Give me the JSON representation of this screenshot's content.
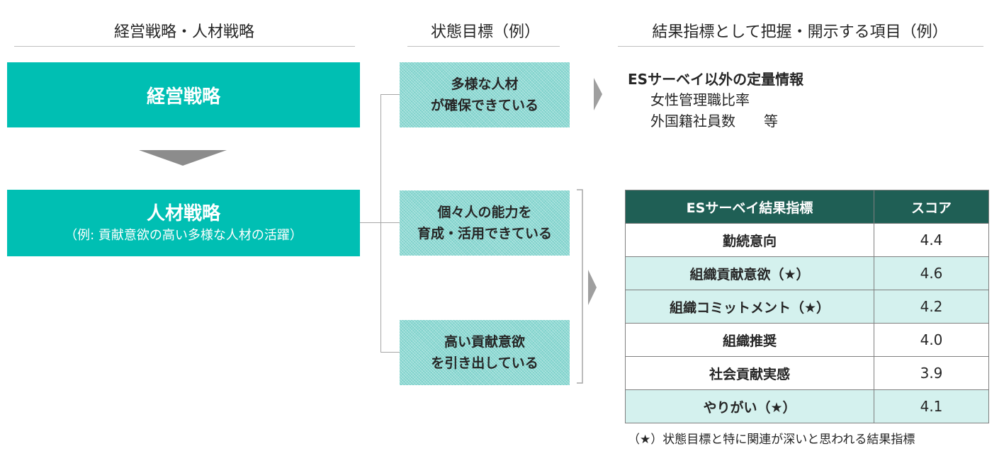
{
  "headers": {
    "strategy": "経営戦略・人材戦略",
    "state_goals": "状態目標（例）",
    "result_items": "結果指標として把握・開示する項目（例）"
  },
  "strategy": {
    "business": "経営戦略",
    "hr_title": "人材戦略",
    "hr_note": "（例: 貢献意欲の高い多様な人材の活躍）"
  },
  "goals": [
    {
      "line1": "多様な人材",
      "line2": "が確保できている"
    },
    {
      "line1": "個々人の能力を",
      "line2": "育成・活用できている"
    },
    {
      "line1": "高い貢献意欲",
      "line2": "を引き出している"
    }
  ],
  "quant": {
    "title": "ESサーベイ以外の定量情報",
    "items": [
      "女性管理職比率",
      "外国籍社員数　　等"
    ]
  },
  "table": {
    "col_metric": "ESサーベイ結果指標",
    "col_score": "スコア",
    "rows": [
      {
        "name": "勤続意向",
        "score": "4.4"
      },
      {
        "name": "組織貢献意欲（★）",
        "score": "4.6"
      },
      {
        "name": "組織コミットメント（★）",
        "score": "4.2"
      },
      {
        "name": "組織推奨",
        "score": "4.0"
      },
      {
        "name": "社会貢献実感",
        "score": "3.9"
      },
      {
        "name": "やりがい（★）",
        "score": "4.1"
      }
    ]
  },
  "footnote": "（★）状態目標と特に関連が深いと思われる結果指標",
  "colors": {
    "teal": "#00bfb3",
    "header_dark": "#1f5f55",
    "row_tint": "#d4f1ee"
  }
}
